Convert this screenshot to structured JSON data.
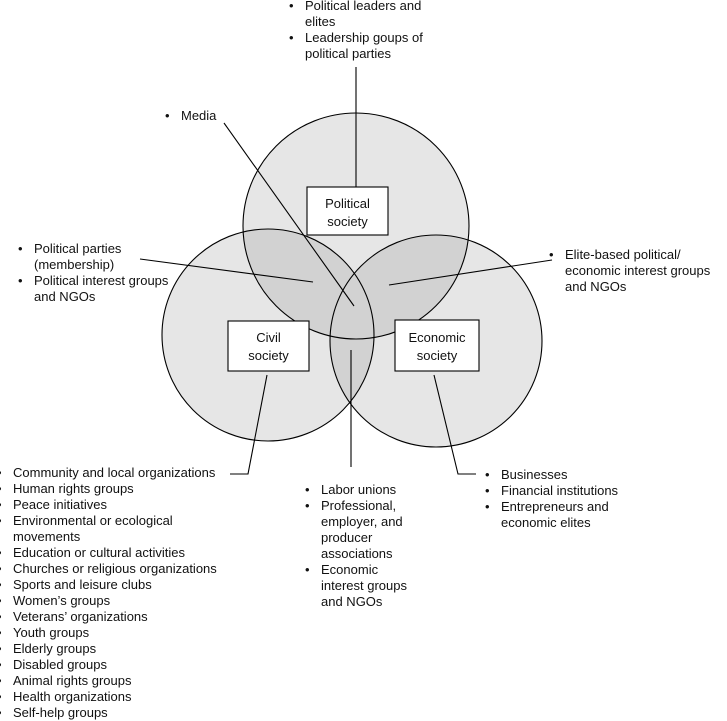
{
  "diagram": {
    "circles": {
      "political": "Political society",
      "civil": "Civil society",
      "economic": "Economic society"
    },
    "box_labels": {
      "political": [
        "Political",
        "society"
      ],
      "civil": [
        "Civil",
        "society"
      ],
      "economic": [
        "Economic",
        "society"
      ]
    },
    "colors": {
      "fill": "#e6e6e6",
      "overlap": "#d2d2d2",
      "stroke": "#000000"
    },
    "annotations": {
      "top": [
        "Political leaders and elites",
        "Leadership goups of political parties"
      ],
      "media": [
        "Media"
      ],
      "left": [
        "Political parties (membership)",
        "Political interest groups and NGOs"
      ],
      "right": [
        "Elite-based political/ economic interest groups and NGOs"
      ],
      "civil_list": [
        "Community and local organizations",
        "Human rights groups",
        "Peace initiatives",
        "Environmental or ecological movements",
        "Education or cultural activities",
        "Churches or religious organizations",
        "Sports and leisure clubs",
        "Women’s groups",
        "Veterans’ organizations",
        "Youth groups",
        "Elderly groups",
        "Disabled groups",
        "Animal rights groups",
        "Health organizations",
        "Self-help groups"
      ],
      "center_bottom": [
        "Labor unions",
        "Professional, employer, and producer associations",
        "Economic interest groups and NGOs"
      ],
      "economic_list": [
        "Businesses",
        "Financial institutions",
        "Entrepreneurs and economic elites"
      ]
    }
  }
}
